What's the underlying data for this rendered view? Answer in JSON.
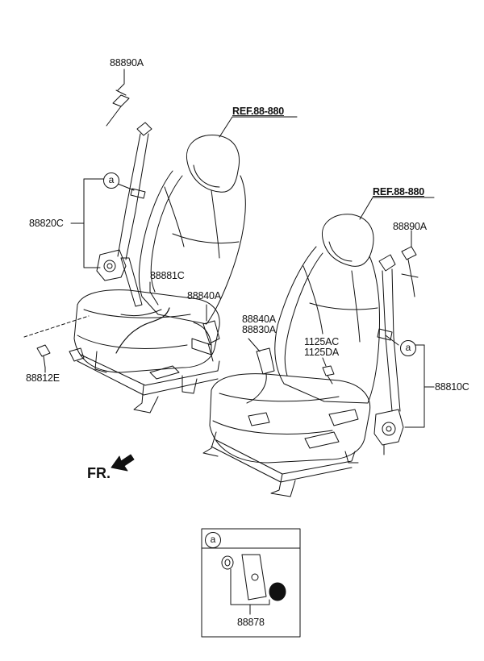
{
  "labels": {
    "p88890A_left": "88890A",
    "p88820C": "88820C",
    "p88812E": "88812E",
    "p88881C": "88881C",
    "p88840A_top": "88840A",
    "p88840A_mid": "88840A",
    "p88830A": "88830A",
    "p1125AC": "1125AC",
    "p1125DA": "1125DA",
    "p88890A_right": "88890A",
    "p88810C": "88810C",
    "p88878": "88878",
    "ref_left": "REF.88-880",
    "ref_right": "REF.88-880",
    "fr": "FR.",
    "callout_a1": "a",
    "callout_a2": "a",
    "callout_a3": "a"
  },
  "icons": [
    "seat-left",
    "seat-right",
    "seat-belt-retractor",
    "arrow-icon"
  ]
}
